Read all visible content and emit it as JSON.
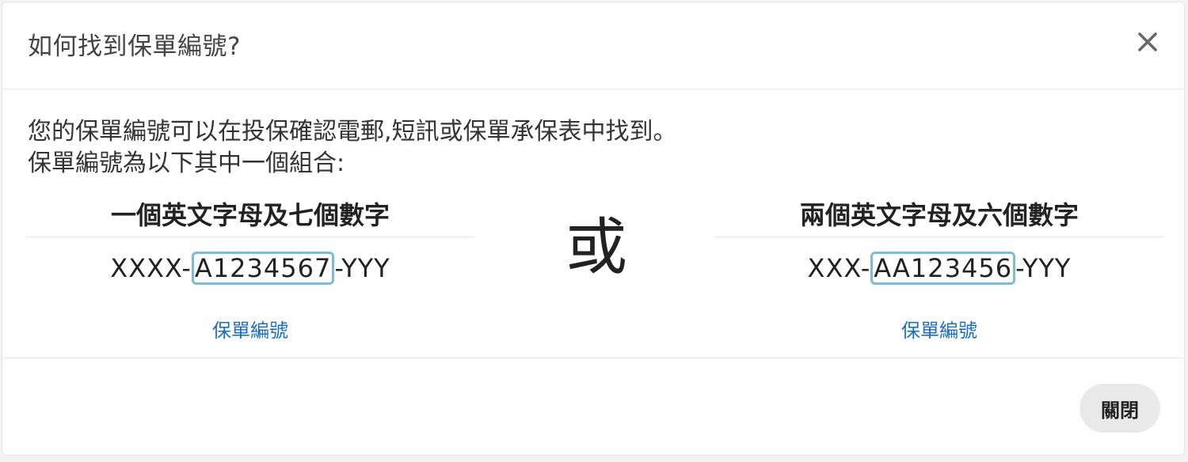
{
  "dialog": {
    "title": "如何找到保單編號?",
    "close_icon": "close-icon",
    "description_lines": [
      "您的保單編號可以在投保確認電郵,短訊或保單承保表中找到。",
      "保單編號為以下其中一個組合:"
    ],
    "or_text": "或",
    "formats": [
      {
        "title": "一個英文字母及七個數字",
        "prefix": "XXXX-",
        "highlight": "A1234567",
        "suffix": "-YYY",
        "link_label": "保單編號"
      },
      {
        "title": "兩個英文字母及六個數字",
        "prefix": "XXX-",
        "highlight": "AA123456",
        "suffix": "-YYY",
        "link_label": "保單編號"
      }
    ],
    "close_button_label": "關閉"
  },
  "colors": {
    "highlight_border": "#7bbcd6",
    "link": "#1a6fc2",
    "button_bg": "#e9e9e9"
  }
}
